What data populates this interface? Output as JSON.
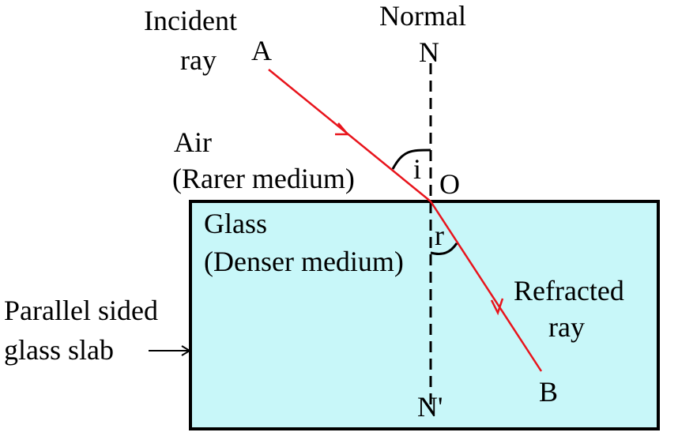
{
  "labels": {
    "incident_line1": "Incident",
    "incident_line2": "ray",
    "point_a": "A",
    "normal": "Normal",
    "point_n": "N",
    "air_line1": "Air",
    "air_line2": "(Rarer medium)",
    "angle_i": "i",
    "point_o": "O",
    "glass_line1": "Glass",
    "glass_line2": "(Denser medium)",
    "angle_r": "r",
    "refracted_line1": "Refracted",
    "refracted_line2": "ray",
    "slab_line1": "Parallel sided",
    "slab_line2": "glass slab",
    "point_n_prime": "N'",
    "point_b": "B"
  },
  "colors": {
    "glass": "#c8f7f9",
    "ray": "#e8141c",
    "outline": "#000000"
  }
}
